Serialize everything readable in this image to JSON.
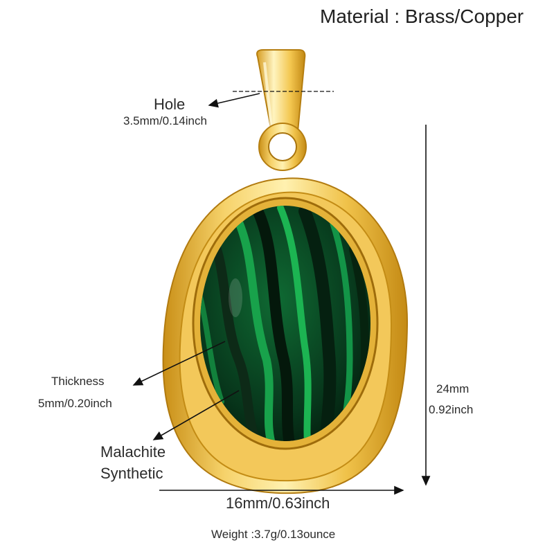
{
  "title": "Material : Brass/Copper",
  "hole": {
    "label": "Hole",
    "size": "3.5mm/0.14inch"
  },
  "thickness": {
    "label": "Thickness",
    "size": "5mm/0.20inch"
  },
  "stone": {
    "line1": "Malachite",
    "line2": "Synthetic"
  },
  "height": {
    "mm": "24mm",
    "inch": "0.92inch"
  },
  "width": {
    "label": "16mm/0.63inch"
  },
  "weight": "Weight :3.7g/0.13ounce",
  "colors": {
    "gold": "#e8b83a",
    "gold_light": "#fbe38a",
    "gold_dark": "#b98412",
    "stone": "#0a4a26",
    "stone_band": "#17a04a"
  }
}
